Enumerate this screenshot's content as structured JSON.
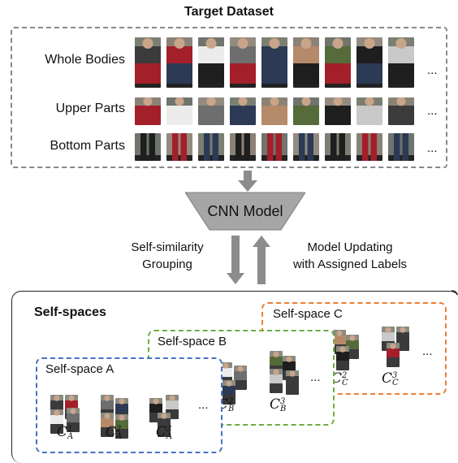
{
  "title": "Target Dataset",
  "rows": [
    {
      "label": "Whole Bodies",
      "dots": "..."
    },
    {
      "label": "Upper Parts",
      "dots": "..."
    },
    {
      "label": "Bottom Parts",
      "dots": "..."
    }
  ],
  "model": {
    "label": "CNN Model"
  },
  "arrows": {
    "down_line1": "Self-similarity",
    "down_line2": "Grouping",
    "up_line1": "Model Updating",
    "up_line2": "with Assigned Labels"
  },
  "self_spaces": {
    "title": "Self-spaces",
    "spaces": [
      {
        "name": "Self-space A",
        "color": "#4472c4",
        "clusters": [
          {
            "letter": "C",
            "sub": "A",
            "sup": "1"
          },
          {
            "letter": "C",
            "sub": "A",
            "sup": "2"
          },
          {
            "letter": "C",
            "sub": "A",
            "sup": "3"
          }
        ],
        "dots": "..."
      },
      {
        "name": "Self-space B",
        "color": "#70ad47",
        "clusters": [
          {
            "letter": "C",
            "sub": "B",
            "sup": "2"
          },
          {
            "letter": "C",
            "sub": "B",
            "sup": "3"
          }
        ],
        "dots": "..."
      },
      {
        "name": "Self-space C",
        "color": "#ed7d31",
        "clusters": [
          {
            "letter": "C",
            "sub": "C",
            "sup": "2"
          },
          {
            "letter": "C",
            "sub": "C",
            "sup": "3"
          }
        ],
        "dots": "..."
      }
    ]
  },
  "palette": {
    "arrow": "#8c8c8c",
    "cnn_fill": "#a6a6a6",
    "dashed_border": "#888888",
    "person_colors": [
      "#3b3b3b",
      "#a31f2a",
      "#ececec",
      "#6e6e6e",
      "#2c3a55",
      "#b58a6a",
      "#556b3a",
      "#1e1e1e",
      "#c9c9c9"
    ]
  }
}
